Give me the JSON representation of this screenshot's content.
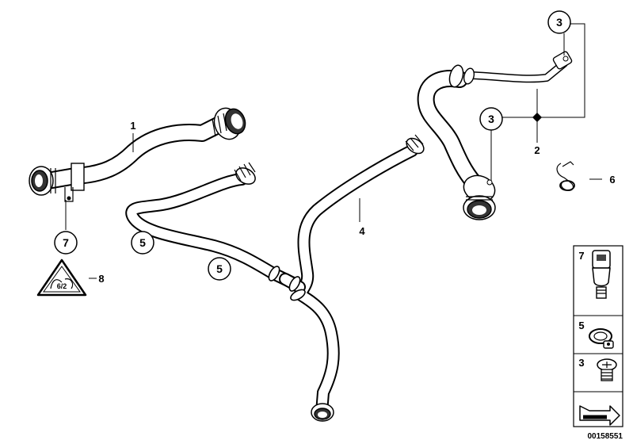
{
  "diagram": {
    "part_labels": [
      "1",
      "2",
      "4",
      "6",
      "8"
    ],
    "callouts": [
      "7",
      "5",
      "5",
      "3",
      "3",
      "3"
    ],
    "legend": {
      "items": [
        {
          "number": "7",
          "icon": "bleed-screw-icon"
        },
        {
          "number": "5",
          "icon": "hose-clamp-icon"
        },
        {
          "number": "3",
          "icon": "screw-plug-icon"
        },
        {
          "number": "",
          "icon": "arrow-icon"
        }
      ]
    },
    "reference_number": "00158551"
  }
}
